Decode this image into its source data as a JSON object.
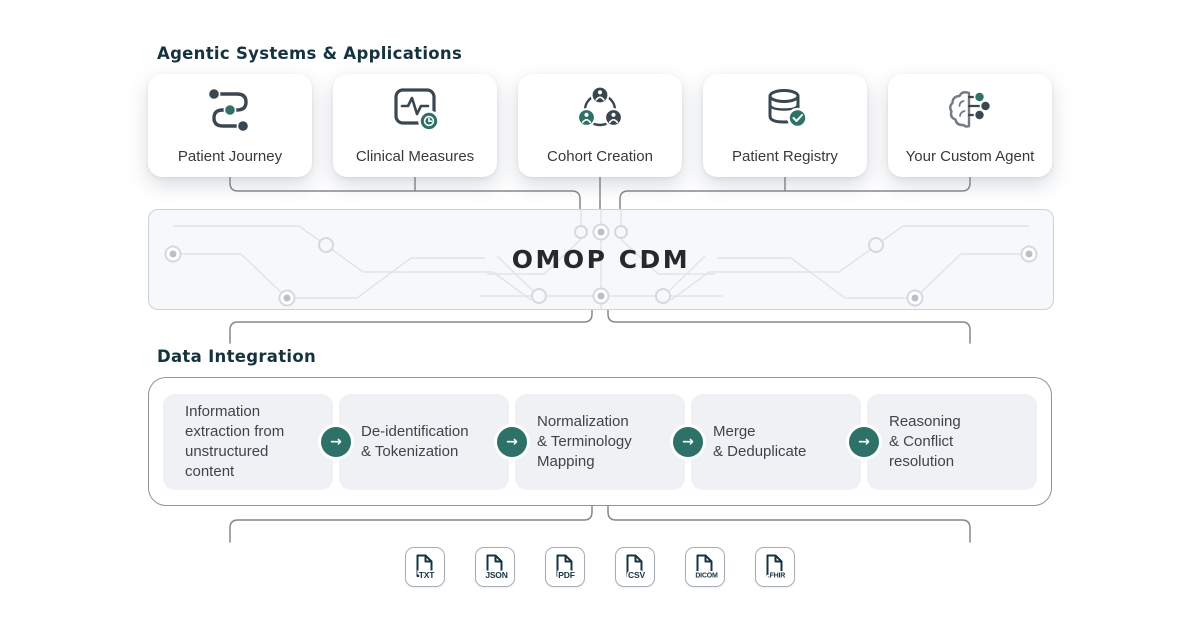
{
  "colors": {
    "heading": "#15333e",
    "teal": "#2d7168",
    "slate": "#3a4750",
    "icon-navy": "#163441",
    "line-gray": "#84888f",
    "band-bg": "#f7f8fa",
    "band-border": "#cad2dc",
    "step-bg": "#eff1f4",
    "text-dark": "#36393e",
    "step-text": "#3f444b",
    "omop-text": "#25282d"
  },
  "agentic": {
    "title": "Agentic Systems & Applications",
    "cards": [
      {
        "label": "Patient Journey",
        "icon": "patient-journey-icon"
      },
      {
        "label": "Clinical Measures",
        "icon": "clinical-measures-icon"
      },
      {
        "label": "Cohort Creation",
        "icon": "cohort-creation-icon"
      },
      {
        "label": "Patient Registry",
        "icon": "patient-registry-icon"
      },
      {
        "label": "Your Custom Agent",
        "icon": "custom-agent-icon"
      }
    ]
  },
  "omop": {
    "label": "OMOP CDM"
  },
  "integration": {
    "title": "Data Integration",
    "arrow": "→",
    "steps": [
      {
        "lines": [
          "Information",
          "extraction from",
          "unstructured",
          "content"
        ]
      },
      {
        "lines": [
          "De-identification",
          "& Tokenization"
        ]
      },
      {
        "lines": [
          "Normalization",
          "& Terminology",
          "Mapping"
        ]
      },
      {
        "lines": [
          "Merge",
          "& Deduplicate"
        ]
      },
      {
        "lines": [
          "Reasoning",
          "& Conflict",
          "resolution"
        ]
      }
    ]
  },
  "file_formats": [
    {
      "label": "TXT"
    },
    {
      "label": "JSON"
    },
    {
      "label": "PDF"
    },
    {
      "label": "CSV"
    },
    {
      "label": "DICOM"
    },
    {
      "label": ".FHIR"
    }
  ]
}
